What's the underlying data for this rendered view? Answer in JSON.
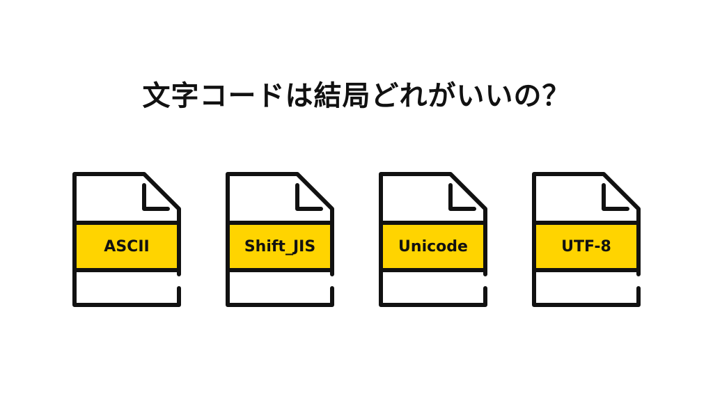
{
  "title": "文字コードは結局どれがいいの？",
  "colors": {
    "band": "#FFD400",
    "stroke": "#111111",
    "background": "#FFFFFF"
  },
  "files": [
    {
      "label": "ASCII",
      "icon": "document-icon"
    },
    {
      "label": "Shift_JIS",
      "icon": "document-icon"
    },
    {
      "label": "Unicode",
      "icon": "document-icon"
    },
    {
      "label": "UTF-8",
      "icon": "document-icon"
    }
  ]
}
